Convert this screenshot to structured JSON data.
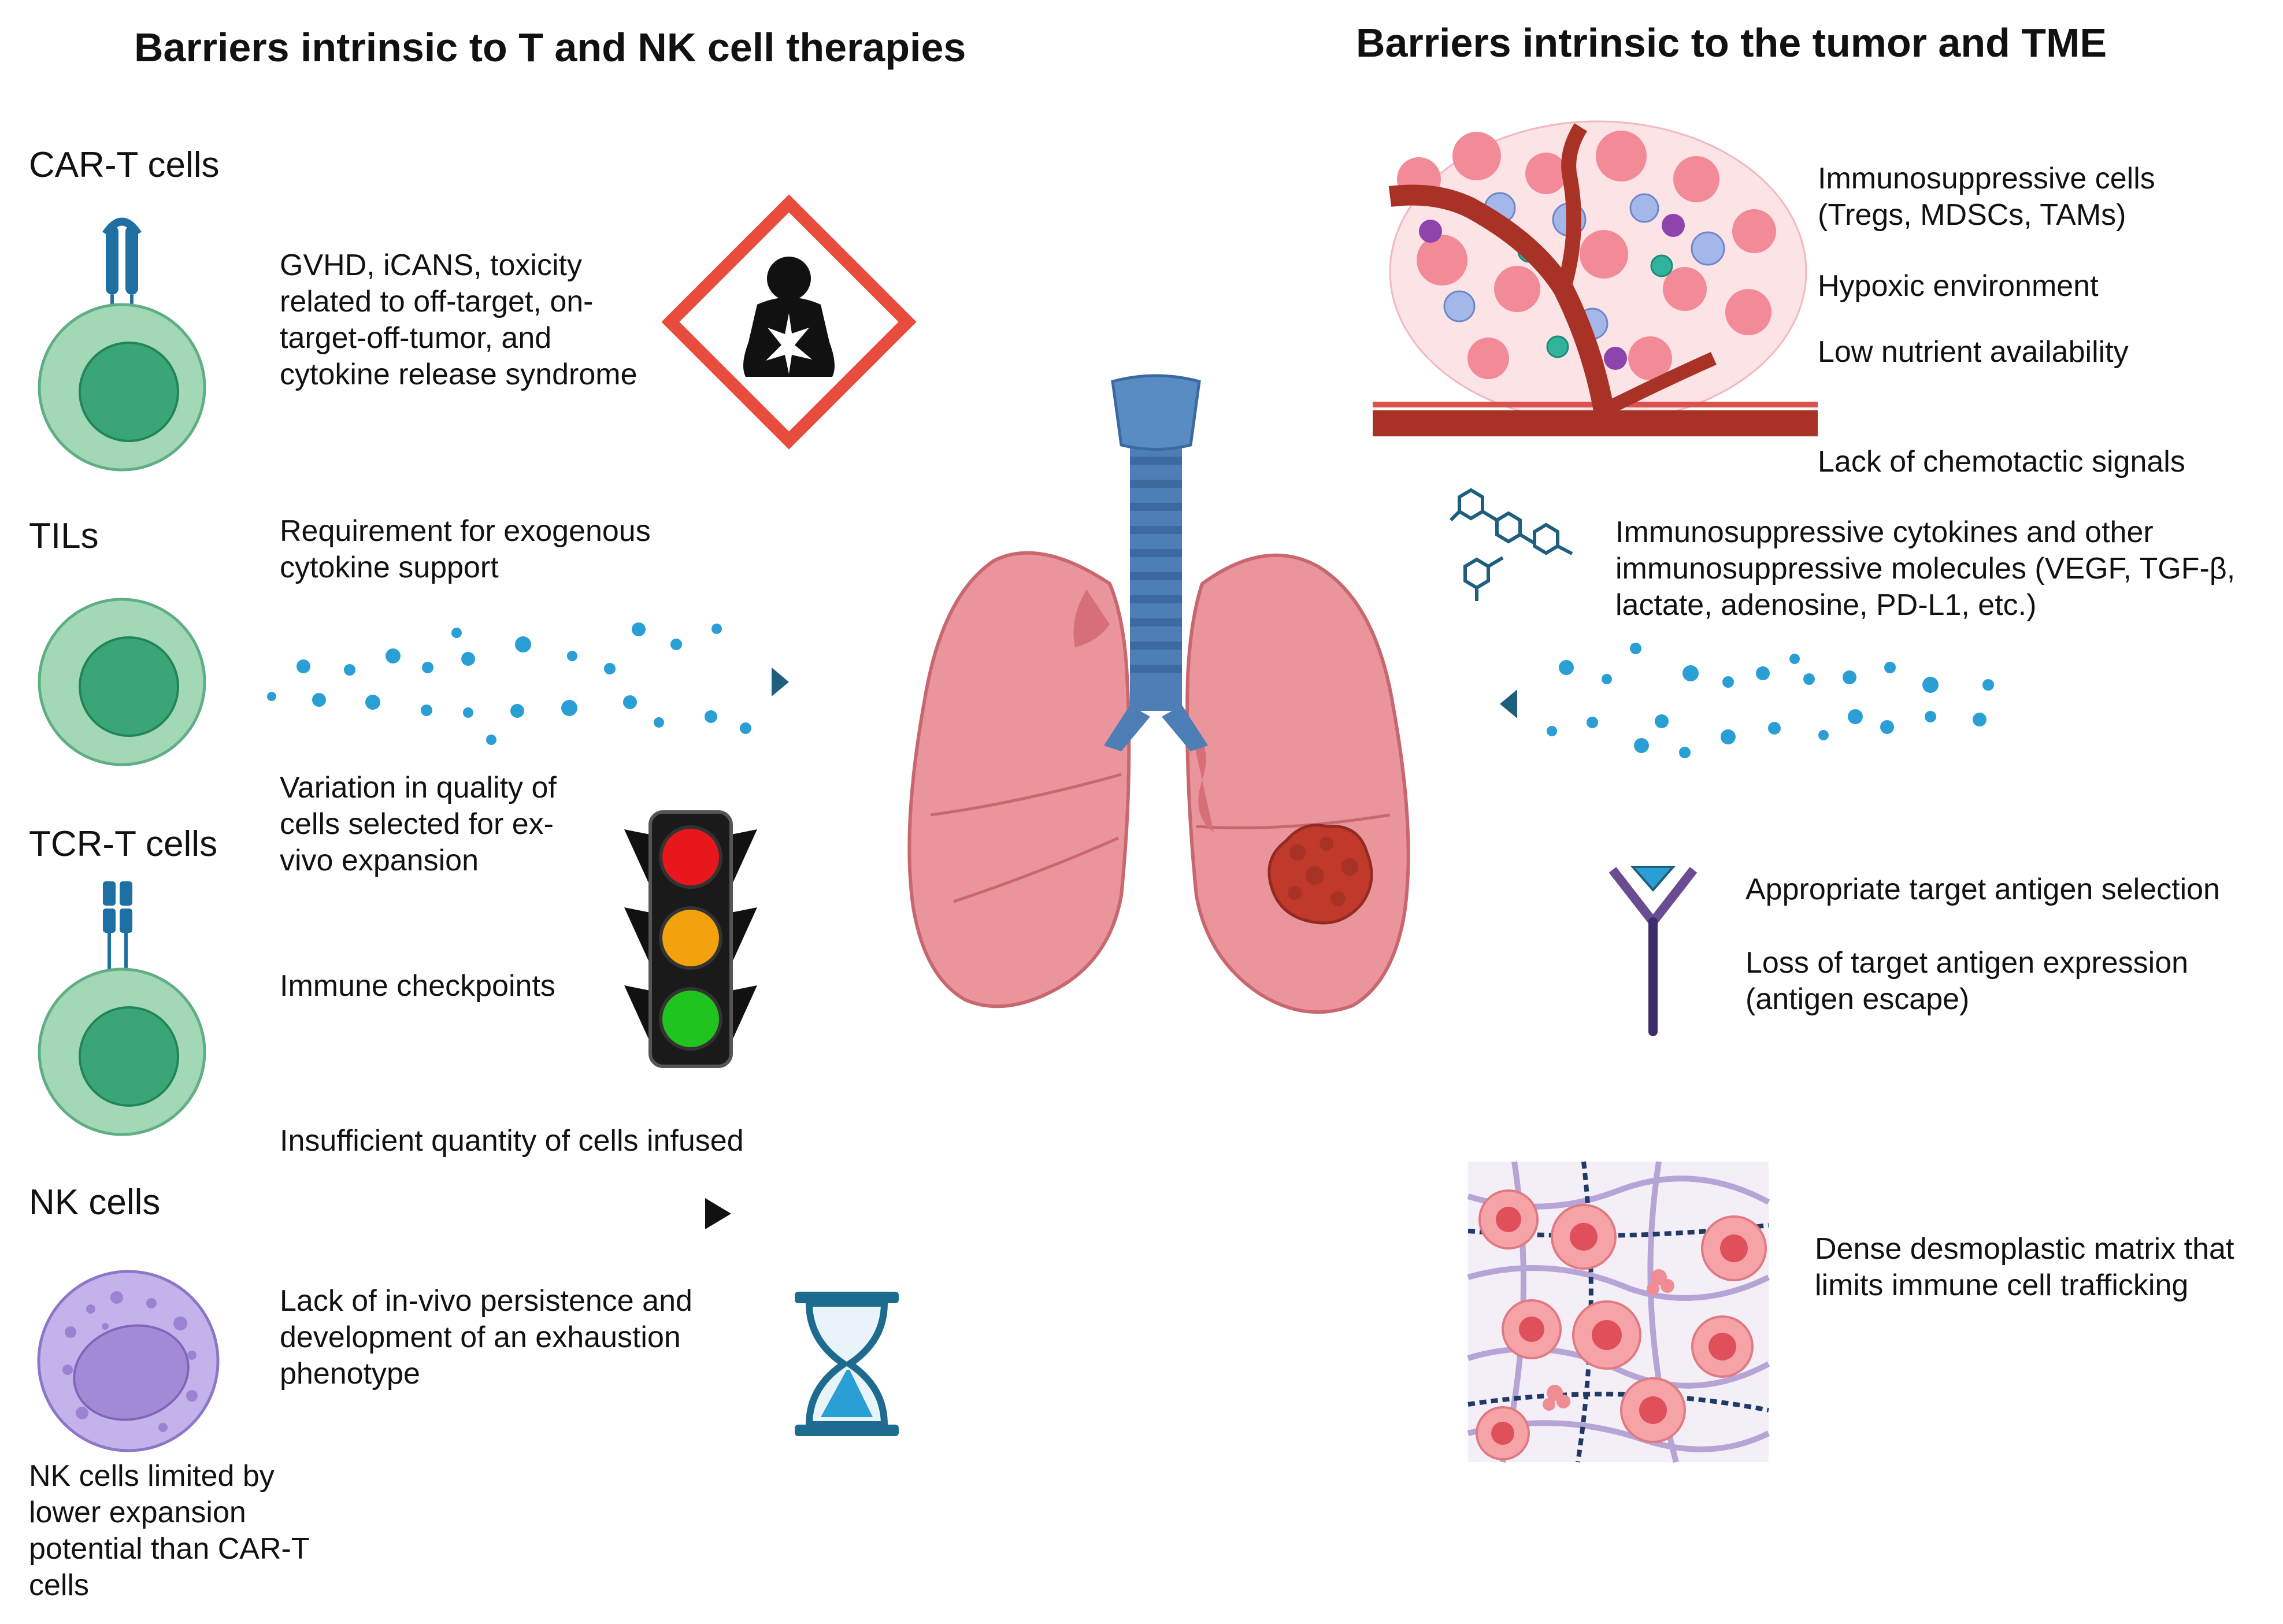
{
  "headings": {
    "left": "Barriers intrinsic to T and NK cell therapies",
    "right": "Barriers intrinsic to the tumor and TME"
  },
  "left": {
    "cart_label": "CAR-T cells",
    "cart_text": "GVHD, iCANS, toxicity related to off-target, on-target-off-tumor, and cytokine release syndrome",
    "tils_label": "TILs",
    "tils_text": "Requirement for exogenous cytokine support",
    "variation_text": "Variation in quality of cells selected for ex-vivo expansion",
    "tcrt_label": "TCR-T cells",
    "checkpoints_text": "Immune checkpoints",
    "insufficient_text": "Insufficient quantity of cells infused",
    "nk_label": "NK cells",
    "persistence_text": "Lack of in-vivo persistence and development of an exhaustion phenotype",
    "nk_limited_text": "NK cells limited by lower expansion potential than CAR-T cells"
  },
  "right": {
    "immunosuppressive_cells": "Immunosuppressive cells (Tregs, MDSCs, TAMs)",
    "hypoxic": "Hypoxic environment",
    "low_nutrient": "Low nutrient availability",
    "chemotactic": "Lack of chemotactic signals",
    "cytokines": "Immunosuppressive cytokines and other immunosuppressive molecules (VEGF, TGF-β, lactate, adenosine, PD-L1, etc.)",
    "target_selection": "Appropriate target antigen selection",
    "antigen_loss": "Loss of target antigen expression (antigen escape)",
    "desmoplastic": "Dense desmoplastic matrix that limits immune cell trafficking"
  },
  "icons": [
    "car-t-cell-icon",
    "til-cell-icon",
    "tcr-t-cell-icon",
    "nk-cell-icon",
    "hazard-icon",
    "traffic-light-icon",
    "hourglass-icon",
    "lungs-icon",
    "tumor-icon",
    "tme-illustration-icon",
    "molecules-icon",
    "antigen-receptor-icon",
    "matrix-illustration-icon"
  ],
  "colors": {
    "cell_green": "#9fd5b3",
    "nucleus_green": "#2f9e6a",
    "receptor_blue": "#1e6fa3",
    "nk_purple": "#b9a6e2",
    "hazard_red": "#e74c3c",
    "lung_pink": "#e9959b",
    "trachea_blue": "#4d7fb6",
    "arrow_blue": "#1d5f7d",
    "dot_blue": "#2a9fd6"
  }
}
